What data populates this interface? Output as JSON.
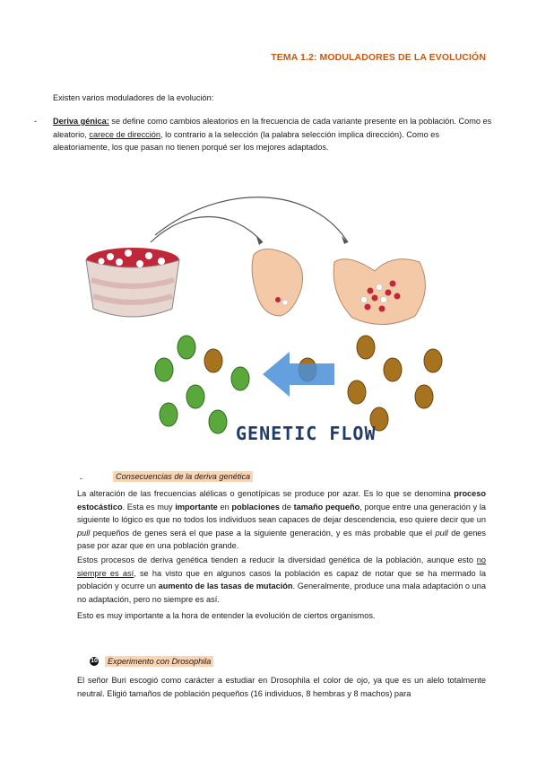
{
  "header": {
    "title": "TEMA 1.2: MODULADORES DE LA EVOLUCIÓN"
  },
  "intro": "Existen varios moduladores de la evolución:",
  "deriva": {
    "bullet": "-",
    "term": "Deriva génica:",
    "t1": " se define como cambios aleatorios en la frecuencia de cada variante presente en la población. Como es aleatorio, ",
    "t2": "carece de dirección",
    "t3": ", lo contrario a la selección (la palabra selección implica dirección). Como es aleatoriamente, los que pasan no tienen porqué ser los mejores adaptados."
  },
  "figure": {
    "label": "GENETIC FLOW",
    "colors": {
      "green": "#5aa83c",
      "brown": "#a8731f",
      "arrow": "#4a8fd8",
      "red": "#c0283a"
    }
  },
  "consecuencias": {
    "bullet": "-",
    "heading": "Consecuencias de la deriva genética",
    "p1": {
      "a": "La alteración de las frecuencias alélicas o genotípicas se produce por azar. Es lo que se denomina ",
      "b": "proceso estocástico",
      "c": ". Esta es muy ",
      "d": "importante",
      "e": " en ",
      "f": "poblaciones",
      "g": " de ",
      "h": "tamaño pequeño",
      "i": ", porque entre una generación y la siguiente lo lógico es que no todos los individuos sean capaces de dejar descendencia, eso quiere decir que un ",
      "j": "pull",
      "k": " pequeños de genes será el que pase a la siguiente generación, y es más probable que el ",
      "l": "pull",
      "m": " de genes pase por azar que en una población grande."
    },
    "p2": {
      "a": "Estos procesos de deriva genética tienden a reducir la diversidad genética de la población, aunque esto ",
      "b": "no siempre es así",
      "c": ", se ha visto que en algunos casos la población es capaz de notar que se ha mermado la población y ocurre un ",
      "d": "aumento de las tasas de mutación",
      "e": ". Generalmente, produce una mala adaptación o una no adaptación, pero no siempre es así."
    },
    "p3": "Esto es muy importante a la hora de entender la evolución de ciertos organismos."
  },
  "experimento": {
    "number": "10",
    "heading": "Experimento con Drosophila",
    "p1": {
      "a": "El señor Buri escogió como carácter a estudiar en Drosophila el color de ojo, ya que es un alelo totalmente neutral. Eligió tamaños de población pequeños (16 individuos, 8 hembras y 8 machos) para"
    }
  }
}
